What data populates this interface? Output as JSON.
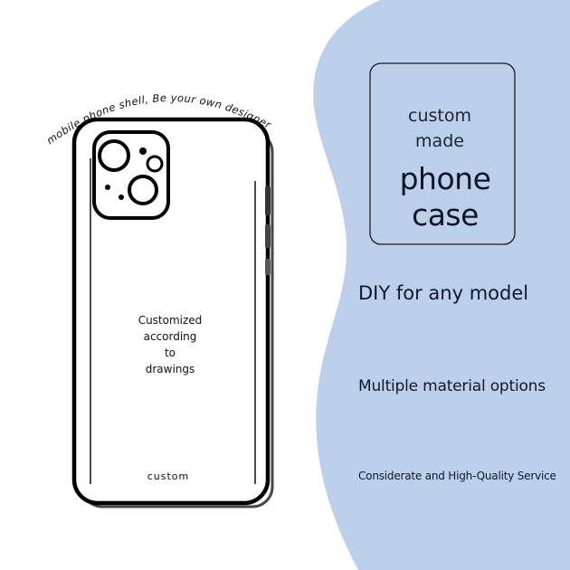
{
  "curved_text": "mobile phone shell, Be your own designer",
  "box_title": [
    "custom",
    "made"
  ],
  "box_title_main": "phone case",
  "features": [
    "DIY for any model",
    "Multiple material options",
    "Considerate and High-Quality Service"
  ],
  "center_note": [
    "Customized",
    "according",
    "to",
    "drawings"
  ],
  "brand": "custom",
  "colors": {
    "background": "#ffffff",
    "panel": "#bcd0ec",
    "line": "#111111"
  }
}
